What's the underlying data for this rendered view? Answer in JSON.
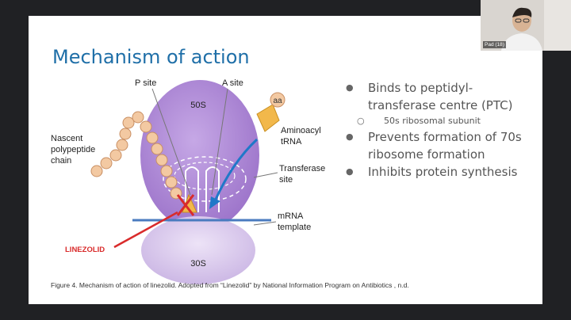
{
  "slide": {
    "title": "Mechanism of action",
    "bullets": [
      {
        "text": "Binds to peptidyl-transferase centre (PTC)",
        "sub": [
          "50s ribosomal subunit"
        ]
      },
      {
        "text": "Prevents formation of 70s ribosome formation",
        "sub": []
      },
      {
        "text": "Inhibits protein synthesis",
        "sub": []
      }
    ],
    "caption": "Figure 4. Mechanism of action of linezolid. Adopted from “Linezolid” by National Information Program on Antibiotics , n.d."
  },
  "figure": {
    "p_site": "P site",
    "a_site": "A site",
    "large_subunit": "50S",
    "small_subunit": "30S",
    "aa": "aa",
    "nascent": [
      "Nascent",
      "polypeptide",
      "chain"
    ],
    "aminoacyl": [
      "Aminoacyl",
      "tRNA"
    ],
    "transferase": [
      "Transferase",
      "site"
    ],
    "mrna": [
      "mRNA",
      "template"
    ],
    "linezolid": "LINEZOLID",
    "colors": {
      "ribosome": "#b08bd6",
      "small_subunit": "#d9c8ec",
      "trna": "#f2b84b",
      "bead": "#f3c9a2",
      "linezolid": "#d92b2b",
      "arrow": "#1f78c8"
    }
  },
  "participant": {
    "name": "Pad (18)"
  }
}
